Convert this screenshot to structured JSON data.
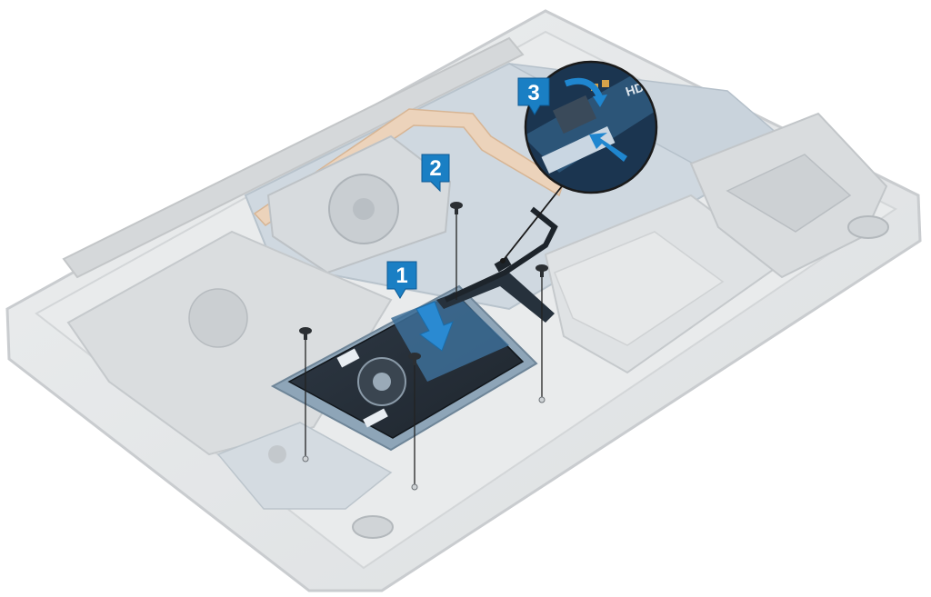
{
  "callouts": [
    {
      "number": "1"
    },
    {
      "number": "2"
    },
    {
      "number": "3"
    }
  ],
  "inset": {
    "connector_text": "HDD"
  },
  "colors": {
    "callout": "#1a7fc4",
    "callout_shadow": "#0d5a94",
    "arrow": "#1f86cf",
    "chassis": "#e3e5e6",
    "chassis_edge": "#cfd2d4",
    "board": "#c7d3de",
    "heatpipe": "#e6c7a9",
    "hdd_body": "#9fb4c8",
    "hdd_plate": "#2b3440"
  },
  "icons": [
    "screw-icon",
    "push-arrow-icon",
    "magnifier-inset"
  ]
}
